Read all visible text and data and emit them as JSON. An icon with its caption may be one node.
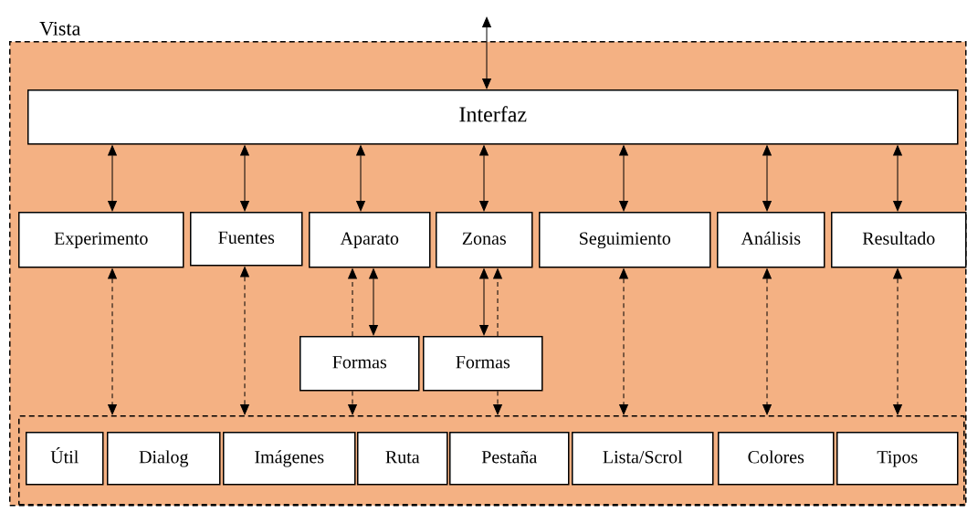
{
  "diagram": {
    "nodes": [
      {
        "text": [
          "Vista"
        ]
      },
      {
        "text": [
          "Interfaz"
        ],
        "in": 0
      },
      {
        "text": [
          "Experimento"
        ],
        "in": 0
      },
      {
        "text": [
          "Fuentes"
        ],
        "in": 0
      },
      {
        "text": [
          "Aparato"
        ],
        "in": 0
      },
      {
        "text": [
          "Zonas"
        ],
        "in": 0
      },
      {
        "text": [
          "Seguimiento"
        ],
        "in": 0
      },
      {
        "text": [
          "Análisis"
        ],
        "in": 0
      },
      {
        "text": [
          "Resultado"
        ],
        "in": 0
      },
      {
        "text": [
          "Formas"
        ],
        "in": 0
      },
      {
        "text": [
          "Formas"
        ],
        "in": 0
      },
      {
        "text": [],
        "shape": "box",
        "in": 0
      },
      {
        "text": [
          "Útil"
        ],
        "in": 11
      },
      {
        "text": [
          "Dialog"
        ],
        "in": 11
      },
      {
        "text": [
          "Imágenes"
        ],
        "in": 11
      },
      {
        "text": [
          "Ruta"
        ],
        "in": 11
      },
      {
        "text": [
          "Pestaña"
        ],
        "in": 11
      },
      {
        "text": [
          "Lista/Scrol"
        ],
        "in": 11
      },
      {
        "text": [
          "Colores"
        ],
        "in": 11
      },
      {
        "text": [
          "Tipos"
        ],
        "in": 11
      }
    ],
    "edges": [
      {
        "from": null,
        "to": 1,
        "arrow": "both"
      },
      {
        "from": 1,
        "to": 2,
        "arrow": "both"
      },
      {
        "from": 1,
        "to": 3,
        "arrow": "both"
      },
      {
        "from": 1,
        "to": 4,
        "arrow": "both"
      },
      {
        "from": 1,
        "to": 5,
        "arrow": "both"
      },
      {
        "from": 1,
        "to": 6,
        "arrow": "both"
      },
      {
        "from": 1,
        "to": 7,
        "arrow": "both"
      },
      {
        "from": 1,
        "to": 8,
        "arrow": "both"
      },
      {
        "from": 2,
        "to": 11,
        "arrow": "both",
        "style": "dashed"
      },
      {
        "from": 3,
        "to": 11,
        "arrow": "both",
        "style": "dashed"
      },
      {
        "from": 4,
        "to": 9,
        "arrow": "both"
      },
      {
        "from": 9,
        "to": 4,
        "arrow": "to",
        "style": "dashed"
      },
      {
        "from": 9,
        "to": 11,
        "arrow": "to",
        "style": "dashed"
      },
      {
        "from": 5,
        "to": 10,
        "arrow": "both"
      },
      {
        "from": 10,
        "to": 5,
        "arrow": "to",
        "style": "dashed"
      },
      {
        "from": 10,
        "to": 11,
        "arrow": "to",
        "style": "dashed"
      },
      {
        "from": 6,
        "to": 11,
        "arrow": "both",
        "style": "dashed"
      },
      {
        "from": 7,
        "to": 11,
        "arrow": "both",
        "style": "dashed"
      },
      {
        "from": 8,
        "to": 11,
        "arrow": "both",
        "style": "dashed"
      }
    ]
  }
}
